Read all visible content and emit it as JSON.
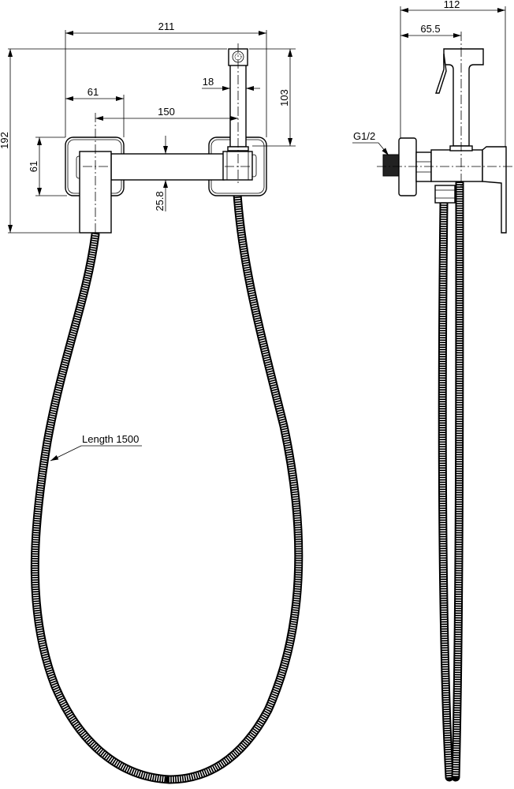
{
  "front_view": {
    "dimensions": {
      "overall_width": "211",
      "overall_height": "192",
      "escutcheon_width": "61",
      "escutcheon_height": "61",
      "center_distance": "150",
      "handset_width": "18",
      "handset_height": "103",
      "arm_height": "25.8"
    },
    "hose_label": "Length 1500"
  },
  "side_view": {
    "dimensions": {
      "overall_depth": "112",
      "handset_offset": "65.5"
    },
    "thread_label": "G1/2"
  },
  "colors": {
    "line": "#000000",
    "background": "#ffffff"
  }
}
